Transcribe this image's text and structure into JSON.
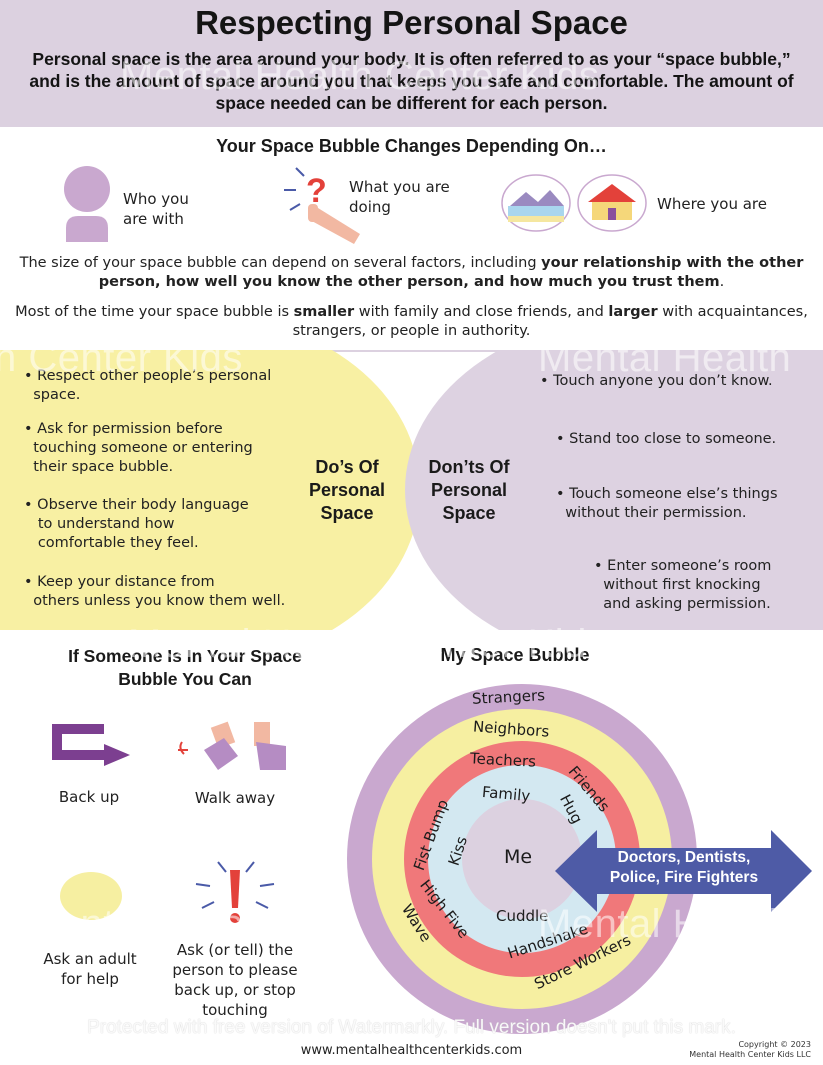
{
  "header": {
    "title": "Respecting Personal Space",
    "intro": "Personal space is the area around your body.  It is often referred to as your “space bubble,” and is the amount of space around you that keeps you safe and comfortable.  The amount of space needed can be different for each person."
  },
  "factors": {
    "heading": "Your Space Bubble Changes Depending On…",
    "who_line1": "Who you",
    "who_line2": "are with",
    "what_line1": "What you are",
    "what_line2": "doing",
    "where": "Where you are"
  },
  "paragraphs": {
    "p1_a": "The size of your space bubble can depend on several factors, including ",
    "p1_b": "your relationship with the other person, how well you know the other person, and how much you trust them",
    "p1_c": ".",
    "p2_a": "Most of the time your space bubble is ",
    "p2_b": "smaller",
    "p2_c": " with family and close friends, and ",
    "p2_d": "larger",
    "p2_e": " with acquaintances, strangers, or people in authority."
  },
  "dos": {
    "heading_line1": "Do’s Of",
    "heading_line2": "Personal",
    "heading_line3": "Space",
    "items": [
      [
        "• Respect other people’s personal",
        "  space."
      ],
      [
        "• Ask for permission before",
        "  touching someone or entering",
        "  their space bubble."
      ],
      [
        "• Observe their body language",
        "   to understand how",
        "   comfortable they feel."
      ],
      [
        "• Keep your distance from",
        "  others unless you know them well."
      ]
    ]
  },
  "donts": {
    "heading_line1": "Don’ts Of",
    "heading_line2": "Personal",
    "heading_line3": "Space",
    "items": [
      [
        "• Touch anyone you don’t know."
      ],
      [
        "• Stand too close to someone."
      ],
      [
        "• Touch someone else’s things",
        "  without their permission."
      ],
      [
        "• Enter someone’s room",
        "  without first knocking",
        "  and asking permission."
      ]
    ]
  },
  "actions": {
    "heading_line1": "If Someone Is In Your Space",
    "heading_line2": "Bubble You Can",
    "back_up": "Back up",
    "walk_away": "Walk away",
    "ask_adult_line1": "Ask an adult",
    "ask_adult_line2": "for help",
    "ask_person_line1": "Ask (or tell) the",
    "ask_person_line2": "person to please",
    "ask_person_line3": "back up, or stop",
    "ask_person_line4": "touching"
  },
  "bubble": {
    "heading": "My Space Bubble",
    "rings": {
      "strangers": "Strangers",
      "neighbors": "Neighbors",
      "teachers": "Teachers",
      "friends": "Friends",
      "family": "Family",
      "hug": "Hug",
      "kiss": "Kiss",
      "fist_bump": "Fist Bump",
      "me": "Me",
      "cuddle": "Cuddle",
      "high_five": "High Five",
      "handshake": "Handshake",
      "wave": "Wave",
      "store_workers": "Store Workers"
    },
    "arrow_line1": "Doctors, Dentists,",
    "arrow_line2": "Police, Fire Fighters"
  },
  "watermarks": {
    "brand": "Mental Health Center Kids",
    "fragment_left": "h Center Kids",
    "fragment_right": "Mental Health",
    "notice": "Protected with free version of Watermarkly. Full version doesn't put this mark."
  },
  "footer": {
    "url": "www.mentalhealthcenterkids.com",
    "copyright_line1": "Copyright © 2023",
    "copyright_line2": "Mental Health Center Kids LLC"
  },
  "colors": {
    "header_bg": "#dcd1e0",
    "dos_yellow": "#f8f0a3",
    "donts_lilac": "#ddd2e1",
    "purple_icon": "#8b4f9c",
    "ring_outer": "#c9a8cf",
    "ring_yellow": "#f6efa1",
    "ring_red": "#f0787a",
    "ring_blue": "#d3e8f1",
    "ring_center": "#dcd1e0",
    "arrow_blue": "#4e5ba6"
  }
}
